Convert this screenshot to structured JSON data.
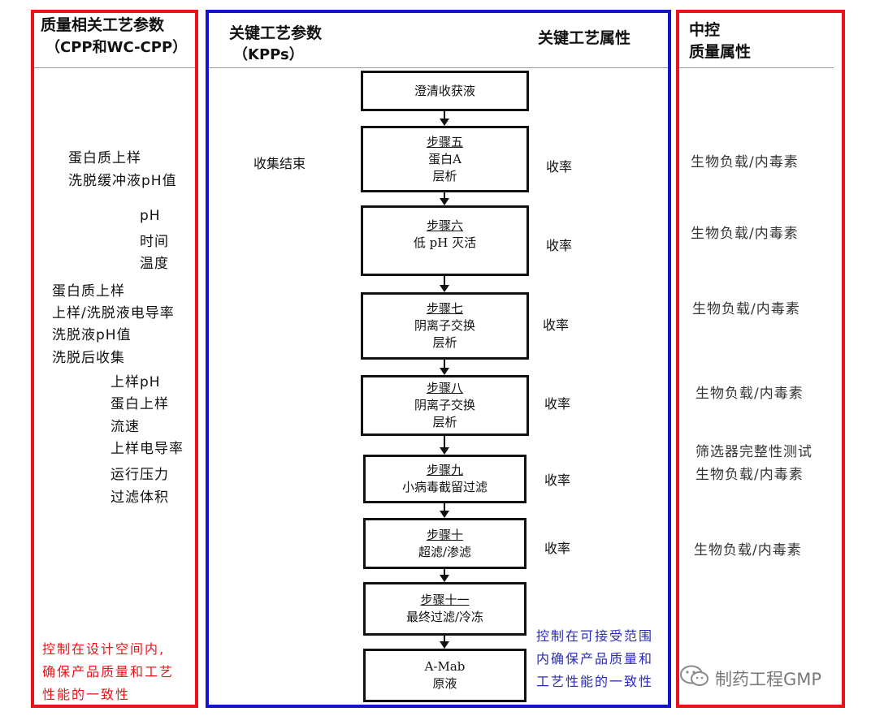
{
  "columns": {
    "left": {
      "title_line1": "质量相关工艺参数",
      "title_line2": "（CPP和WC-CPP）"
    },
    "middle": {
      "title_kpp_line1": "关键工艺参数",
      "title_kpp_line2": "（KPPs）",
      "title_attr": "关键工艺属性"
    },
    "right": {
      "title_line1": "中控",
      "title_line2": "质量属性"
    }
  },
  "left_params": [
    "蛋白质上样",
    "洗脱缓冲液pH值",
    "pH",
    "时间",
    "温度",
    "蛋白质上样",
    "上样/洗脱液电导率",
    "洗脱液pH值",
    "洗脱后收集",
    "上样pH",
    "蛋白上样",
    "流速",
    "上样电导率",
    "运行压力",
    "过滤体积"
  ],
  "kpp_label": "收集结束",
  "flow_boxes": [
    {
      "lines": [
        "澄清收获液"
      ]
    },
    {
      "step": "步骤五",
      "lines": [
        "蛋白A",
        "层析"
      ]
    },
    {
      "step": "步骤六",
      "lines": [
        "低 pH 灭活"
      ]
    },
    {
      "step": "步骤七",
      "lines": [
        "阴离子交换",
        "层析"
      ]
    },
    {
      "step": "步骤八",
      "lines": [
        "阴离子交换",
        "层析"
      ]
    },
    {
      "step": "步骤九",
      "lines": [
        "小病毒截留过滤"
      ]
    },
    {
      "step": "步骤十",
      "lines": [
        "超滤/渗滤"
      ]
    },
    {
      "step": "步骤十一",
      "lines": [
        "最终过滤/冷冻"
      ]
    },
    {
      "lines": [
        "A-Mab",
        "原液"
      ]
    }
  ],
  "attributes": [
    "收率",
    "收率",
    "收率",
    "收率",
    "收率",
    "收率"
  ],
  "ipc_attributes": [
    "生物负载/内毒素",
    "生物负载/内毒素",
    "生物负载/内毒素",
    "生物负载/内毒素",
    "筛选器完整性测试",
    "生物负载/内毒素",
    "生物负载/内毒素"
  ],
  "notes": {
    "left": [
      "控制在设计空间内,",
      "确保产品质量和工艺",
      "性能的一致性"
    ],
    "middle": [
      "控制在可接受范围",
      "内确保产品质量和",
      "工艺性能的一致性"
    ]
  },
  "watermark": "制药工程GMP",
  "colors": {
    "left_frame": "#e8141a",
    "middle_frame": "#1414c8",
    "right_frame": "#e8141a"
  },
  "icons": {
    "watermark_icon": "wechat-icon"
  }
}
